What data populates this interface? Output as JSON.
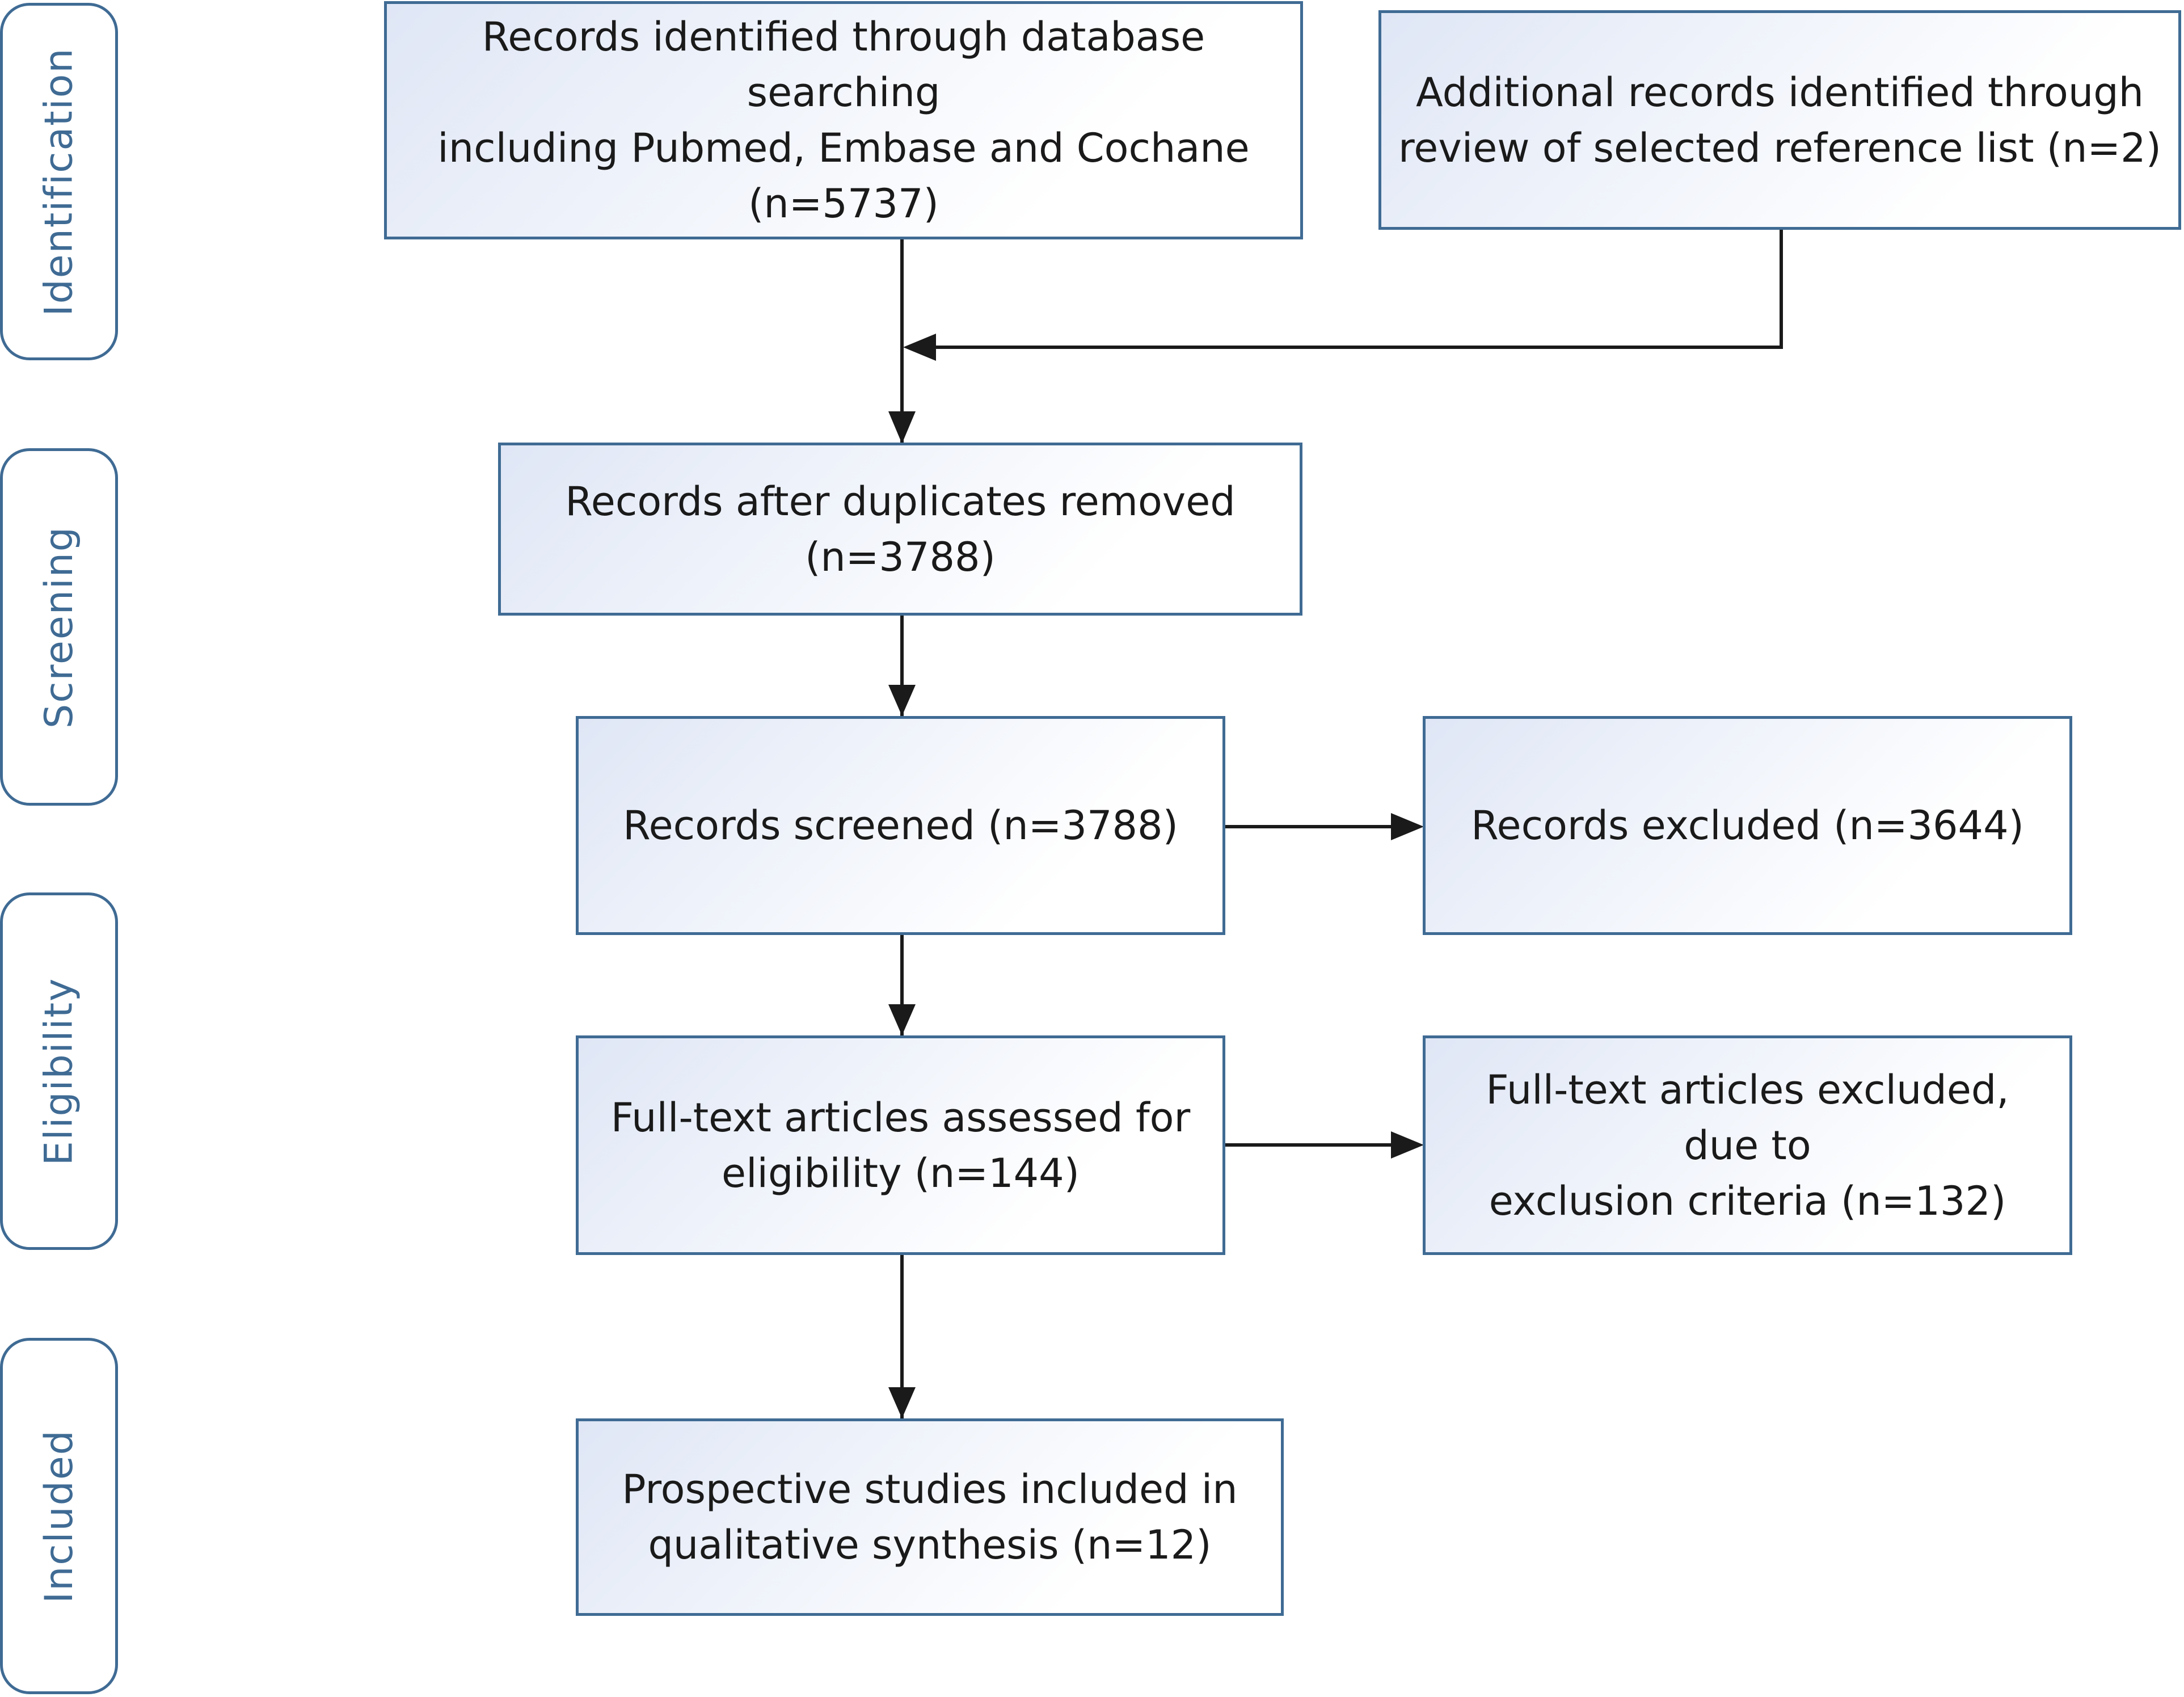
{
  "phases": {
    "identification": "Identification",
    "screening": "Screening",
    "eligibility": "Eligibility",
    "included": "Included"
  },
  "boxes": {
    "database_search": "Records identified through database searching\nincluding Pubmed, Embase and Cochane\n(n=5737)",
    "additional_records": "Additional records identified through\nreview of selected reference list (n=2)",
    "duplicates_removed": "Records after duplicates removed\n(n=3788)",
    "records_screened": "Records screened (n=3788)",
    "records_excluded": "Records excluded (n=3644)",
    "fulltext_assessed": "Full-text articles assessed for\neligibility (n=144)",
    "fulltext_excluded": "Full-text articles excluded, due to\nexclusion criteria (n=132)",
    "included_studies": "Prospective studies included in\nqualitative synthesis (n=12)"
  },
  "colors": {
    "border": "#3f6b94",
    "text": "#1a1a1a",
    "arrow": "#1a1a1a",
    "box_gradient_start": "#dfe6f5"
  }
}
